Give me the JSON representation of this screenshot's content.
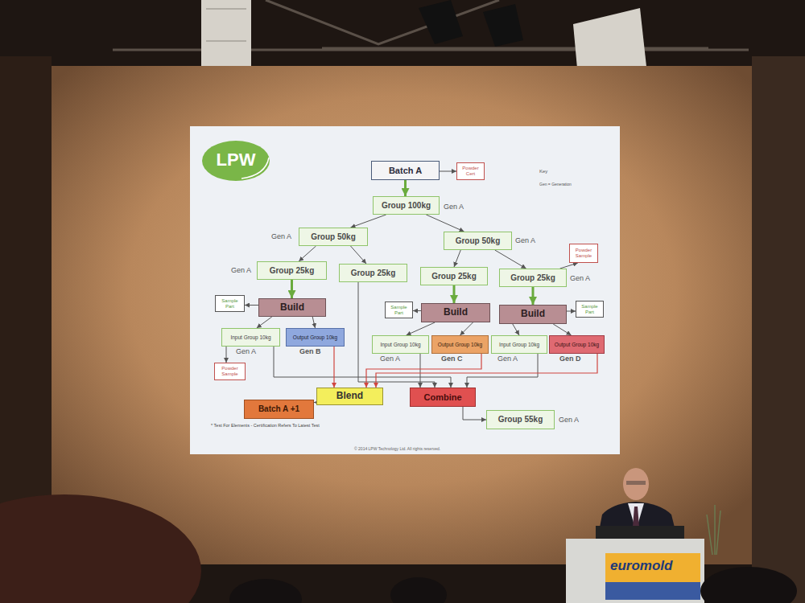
{
  "diagram": {
    "nodes": [
      {
        "text": [
          "Batch A"
        ]
      },
      {
        "text": [
          "Powder Cert"
        ]
      },
      {
        "text": [
          "Group 100kg"
        ]
      },
      {
        "text": [
          "Group 50kg"
        ]
      },
      {
        "text": [
          "Group 50kg"
        ]
      },
      {
        "text": [
          "Group 25kg"
        ]
      },
      {
        "text": [
          "Group 25kg"
        ]
      },
      {
        "text": [
          "Group 25kg"
        ]
      },
      {
        "text": [
          "Group 25kg"
        ]
      },
      {
        "text": [
          "Powder Sample"
        ]
      },
      {
        "text": [
          "Sample Part"
        ]
      },
      {
        "text": [
          "Build"
        ]
      },
      {
        "text": [
          "Sample Part"
        ]
      },
      {
        "text": [
          "Build"
        ]
      },
      {
        "text": [
          "Build"
        ]
      },
      {
        "text": [
          "Sample Part"
        ]
      },
      {
        "text": [
          "Input Group 10kg"
        ]
      },
      {
        "text": [
          "Output Group 10kg"
        ]
      },
      {
        "text": [
          "Input Group 10kg"
        ]
      },
      {
        "text": [
          "Output Group 10kg"
        ]
      },
      {
        "text": [
          "Input Group 10kg"
        ]
      },
      {
        "text": [
          "Output Group 10kg"
        ]
      },
      {
        "text": [
          "Powder Sample"
        ]
      },
      {
        "text": [
          "Blend"
        ]
      },
      {
        "text": [
          "Combine"
        ]
      },
      {
        "text": [
          "Batch A +1"
        ]
      },
      {
        "text": [
          "Group 55kg"
        ]
      }
    ],
    "edges": [
      {
        "from": 0,
        "to": 1,
        "arrow": "to"
      },
      {
        "from": 0,
        "to": 2,
        "arrow": "to"
      },
      {
        "from": 2,
        "to": 3,
        "arrow": "to"
      },
      {
        "from": 2,
        "to": 4,
        "arrow": "to"
      },
      {
        "from": 3,
        "to": 5,
        "arrow": "to"
      },
      {
        "from": 3,
        "to": 6,
        "arrow": "to"
      },
      {
        "from": 4,
        "to": 7,
        "arrow": "to"
      },
      {
        "from": 4,
        "to": 8,
        "arrow": "to"
      },
      {
        "from": 8,
        "to": 9,
        "arrow": "to"
      },
      {
        "from": 5,
        "to": 11,
        "arrow": "to"
      },
      {
        "from": 7,
        "to": 13,
        "arrow": "to"
      },
      {
        "from": 8,
        "to": 14,
        "arrow": "to"
      },
      {
        "from": 11,
        "to": 10,
        "arrow": "to"
      },
      {
        "from": 11,
        "to": 16,
        "arrow": "to"
      },
      {
        "from": 11,
        "to": 17,
        "arrow": "to"
      },
      {
        "from": 13,
        "to": 12,
        "arrow": "to"
      },
      {
        "from": 13,
        "to": 18,
        "arrow": "to"
      },
      {
        "from": 13,
        "to": 19,
        "arrow": "to"
      },
      {
        "from": 14,
        "to": 15,
        "arrow": "to"
      },
      {
        "from": 14,
        "to": 20,
        "arrow": "to"
      },
      {
        "from": 14,
        "to": 21,
        "arrow": "to"
      },
      {
        "from": 16,
        "to": 22,
        "arrow": "to"
      },
      {
        "from": 6,
        "to": 24,
        "arrow": "to"
      },
      {
        "from": 16,
        "to": 24,
        "arrow": "to"
      },
      {
        "from": 17,
        "to": 23,
        "arrow": "to"
      },
      {
        "from": 18,
        "to": 24,
        "arrow": "to"
      },
      {
        "from": 19,
        "to": 23,
        "arrow": "to"
      },
      {
        "from": 20,
        "to": 24,
        "arrow": "to"
      },
      {
        "from": 21,
        "to": 23,
        "arrow": "to"
      },
      {
        "from": 23,
        "to": 25,
        "arrow": "to"
      },
      {
        "from": 24,
        "to": 26,
        "arrow": "to"
      }
    ],
    "labels": [
      "LPW",
      "Key",
      "Gen = Generation",
      "Gen A",
      "Gen A",
      "Gen A",
      "Gen A",
      "Gen A",
      "Gen A",
      "Gen B",
      "Gen A",
      "Gen C",
      "Gen A",
      "Gen D",
      "* Test For Elements - Certification Refers To Latest Test",
      "Gen A",
      "© 2014 LPW Technology Ltd. All rights reserved.",
      "euromold"
    ]
  }
}
